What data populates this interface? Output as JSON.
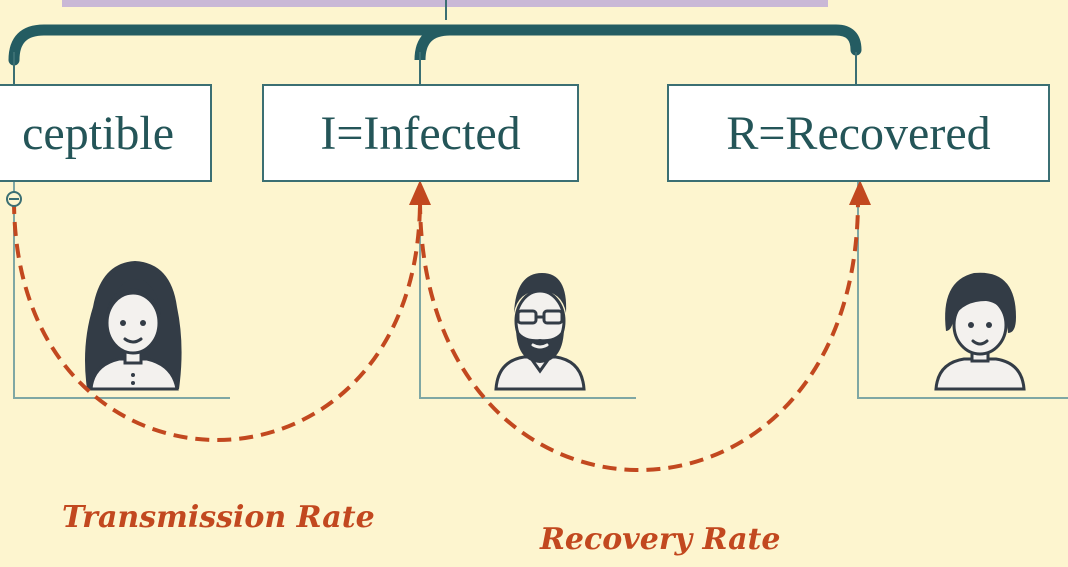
{
  "compartments": {
    "susceptible": "ceptible",
    "infected": "I=Infected",
    "recovered": "R=Recovered"
  },
  "rates": {
    "transmission": "Transmission Rate",
    "recovery": "Recovery Rate"
  },
  "colors": {
    "background": "#fdf5cf",
    "connector": "#245c62",
    "box_border": "#3b6f73",
    "box_text": "#245558",
    "arrow": "#c2481f",
    "top_box": "#c9b8d6",
    "avatar_dark": "#333c46"
  },
  "icons": [
    "woman-avatar-icon",
    "bearded-man-glasses-avatar-icon",
    "man-avatar-icon"
  ]
}
